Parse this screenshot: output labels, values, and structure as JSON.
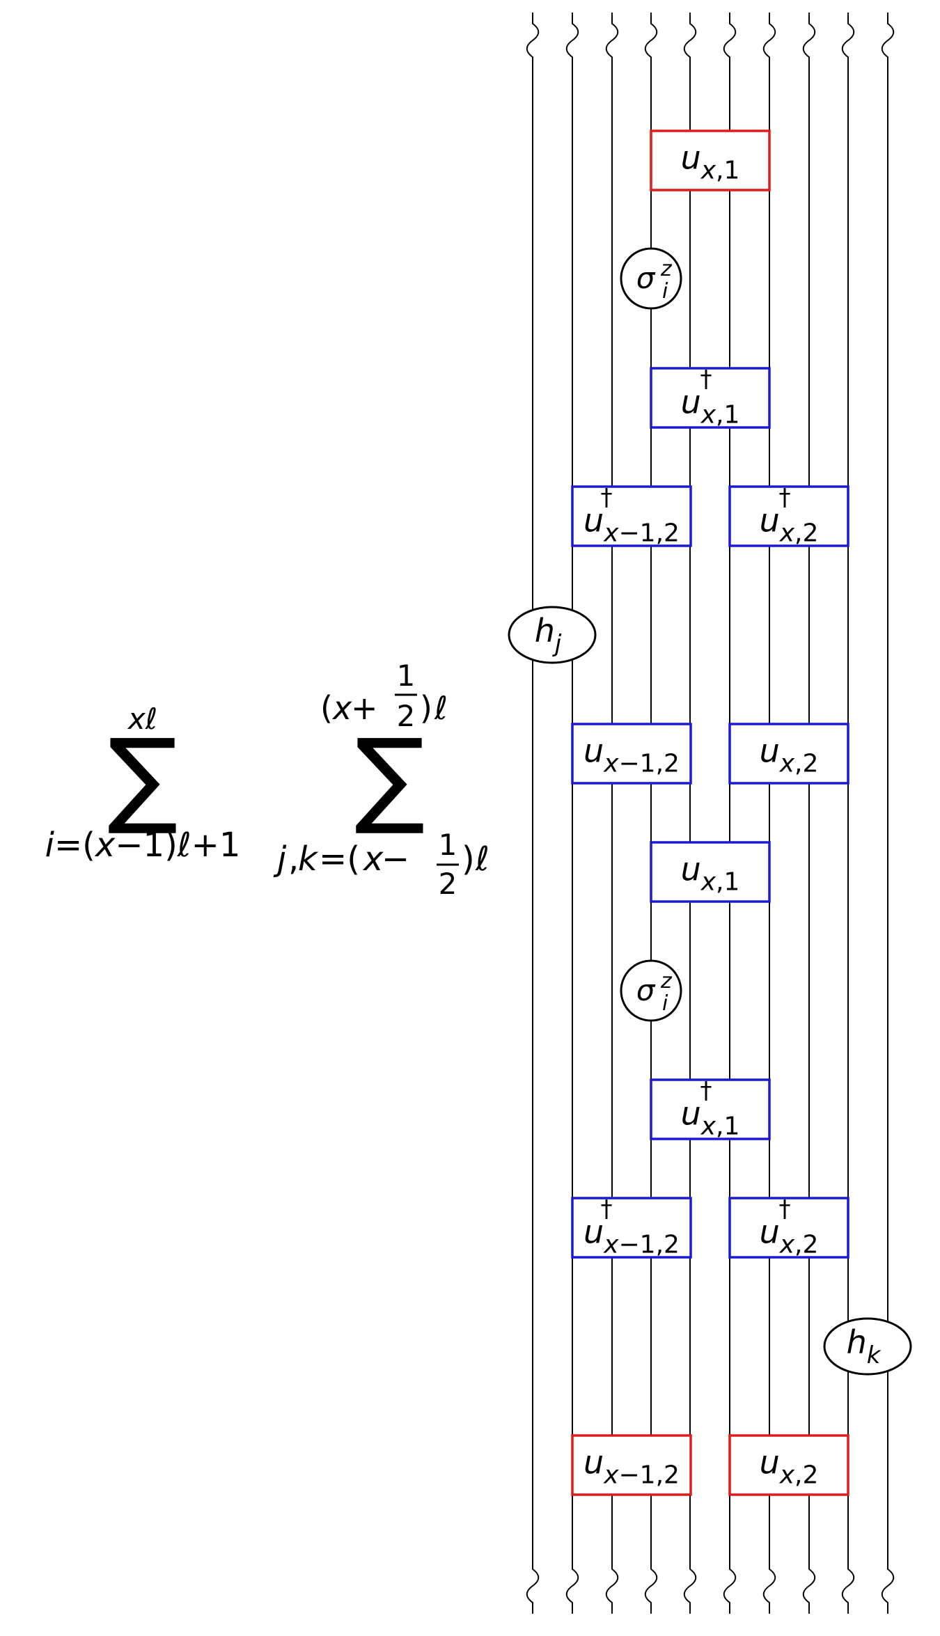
{
  "sums": {
    "first": {
      "symbol": "∑",
      "upper": {
        "a": "x",
        "b": "ℓ"
      },
      "lower": {
        "a": "i",
        "b": "=(",
        "c": "x",
        "d": "−1)",
        "e": "ℓ",
        "f": "+1"
      }
    },
    "second": {
      "symbol": "∑",
      "upper": {
        "open": "(",
        "x": "x",
        "plus": "+",
        "num": "1",
        "den": "2",
        "close": ")",
        "l": "ℓ"
      },
      "lower": {
        "j": "j",
        "comma": ",",
        "k": "k",
        "eq": "=(",
        "x": "x",
        "minus": "−",
        "num": "1",
        "den": "2",
        "close": ")",
        "l": "ℓ"
      }
    }
  },
  "colors": {
    "red_gate": "#e01b1b",
    "blue_gate": "#1a1ad6",
    "wire": "#000000"
  },
  "gates": [
    {
      "kind": "box",
      "color": "red",
      "base": "u",
      "dagger": "",
      "sub": "x,1"
    },
    {
      "kind": "circle",
      "base": "σ",
      "sup": "z",
      "sub": "i"
    },
    {
      "kind": "box",
      "color": "blue",
      "base": "u",
      "dagger": "†",
      "sub": "x,1"
    },
    {
      "kind": "box",
      "color": "blue",
      "base": "u",
      "dagger": "†",
      "sub": "x−1,2"
    },
    {
      "kind": "box",
      "color": "blue",
      "base": "u",
      "dagger": "†",
      "sub": "x,2"
    },
    {
      "kind": "ellipse",
      "base": "h",
      "sub": "j"
    },
    {
      "kind": "box",
      "color": "blue",
      "base": "u",
      "dagger": "",
      "sub": "x−1,2"
    },
    {
      "kind": "box",
      "color": "blue",
      "base": "u",
      "dagger": "",
      "sub": "x,2"
    },
    {
      "kind": "box",
      "color": "blue",
      "base": "u",
      "dagger": "",
      "sub": "x,1"
    },
    {
      "kind": "circle",
      "base": "σ",
      "sup": "z",
      "sub": "i"
    },
    {
      "kind": "box",
      "color": "blue",
      "base": "u",
      "dagger": "†",
      "sub": "x,1"
    },
    {
      "kind": "box",
      "color": "blue",
      "base": "u",
      "dagger": "†",
      "sub": "x−1,2"
    },
    {
      "kind": "box",
      "color": "blue",
      "base": "u",
      "dagger": "†",
      "sub": "x,2"
    },
    {
      "kind": "ellipse",
      "base": "h",
      "sub": "k"
    },
    {
      "kind": "box",
      "color": "red",
      "base": "u",
      "dagger": "",
      "sub": "x−1,2"
    },
    {
      "kind": "box",
      "color": "red",
      "base": "u",
      "dagger": "",
      "sub": "x,2"
    }
  ]
}
